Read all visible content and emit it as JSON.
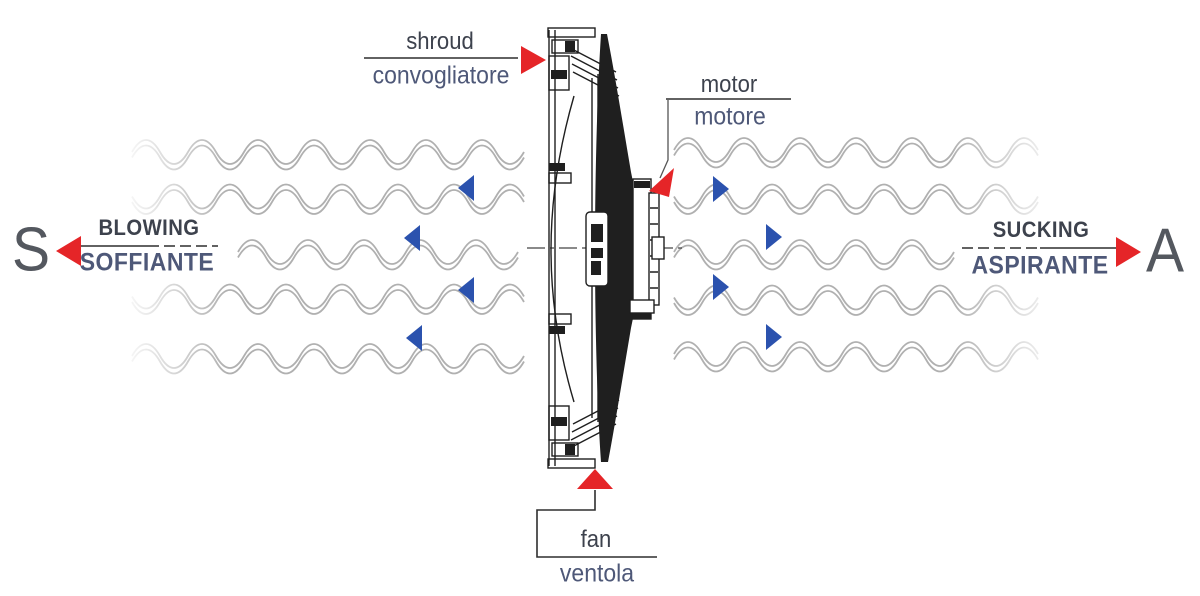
{
  "diagram": {
    "left": {
      "letter": "S",
      "label_top": "BLOWING",
      "label_bottom": "SOFFIANTE"
    },
    "right": {
      "letter": "A",
      "label_top": "SUCKING",
      "label_bottom": "ASPIRANTE"
    },
    "parts": {
      "shroud": {
        "en": "shroud",
        "it": "convogliatore"
      },
      "motor": {
        "en": "motor",
        "it": "motore"
      },
      "fan": {
        "en": "fan",
        "it": "ventola"
      }
    }
  },
  "colors": {
    "arrow_red": "#e52528",
    "arrow_blue": "#2b52ae",
    "wave_gray": "#b0b0b0",
    "ink": "#1f1f1f",
    "text_en": "#3d424d",
    "text_it": "#4e5878",
    "letter_gray": "#54585f",
    "line_dark": "#2e2e2e"
  }
}
